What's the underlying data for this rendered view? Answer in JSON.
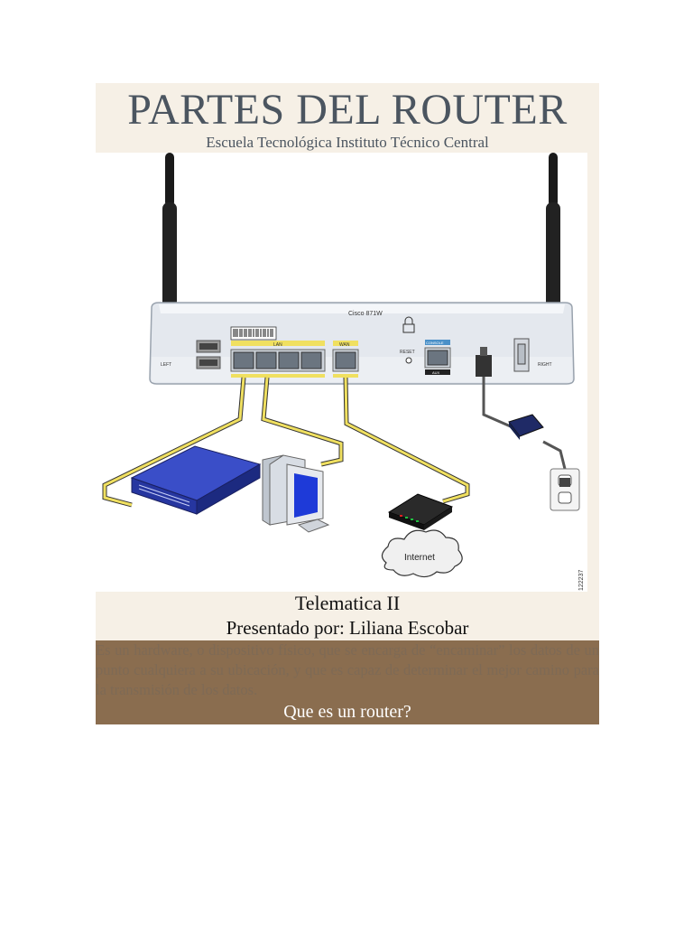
{
  "cover": {
    "title": "PARTES DEL ROUTER",
    "subtitle": "Escuela Tecnológica Instituto Técnico Central",
    "course": "Telematica II",
    "presenter": "Presentado por: Liliana Escobar",
    "definition": "Es un hardware, o dispositivo físico, que se encarga de “encaminar” los datos de un punto cualquiera a su ubicación, y que es capaz de determinar el mejor camino para la transmisión de los datos.",
    "question": "Que es un router?"
  },
  "diagram": {
    "model_label": "Cisco 871W",
    "left_antenna_label": "LEFT",
    "right_antenna_label": "RIGHT",
    "lan_label": "LAN",
    "wan_label": "WAN",
    "reset_label": "RESET",
    "console_label": "CONSOLE",
    "aux_label": "AUX",
    "internet_label": "Internet",
    "figure_id": "122237",
    "cable_color": "#f0e060",
    "router_color": "#e4e8ee"
  }
}
